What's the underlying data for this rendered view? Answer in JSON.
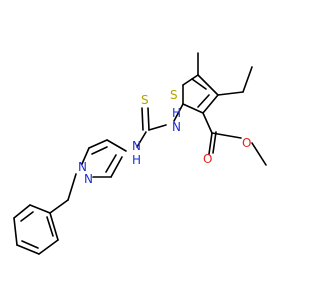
{
  "colors": {
    "bond": "#000000",
    "sulfur": "#b5a300",
    "nitrogen": "#1f2fd6",
    "oxygen": "#e0241b",
    "background": "#ffffff"
  },
  "atoms": {
    "thiophene_s": "S",
    "thione_s": "S",
    "amide_nh_left": "H",
    "amide_n_left": "N",
    "amide_nh_right": "H",
    "amide_n_right": "N",
    "pyrazole_n1": "N",
    "pyrazole_n2": "N",
    "ester_o_carbonyl": "O",
    "ester_o_methoxy": "O"
  }
}
